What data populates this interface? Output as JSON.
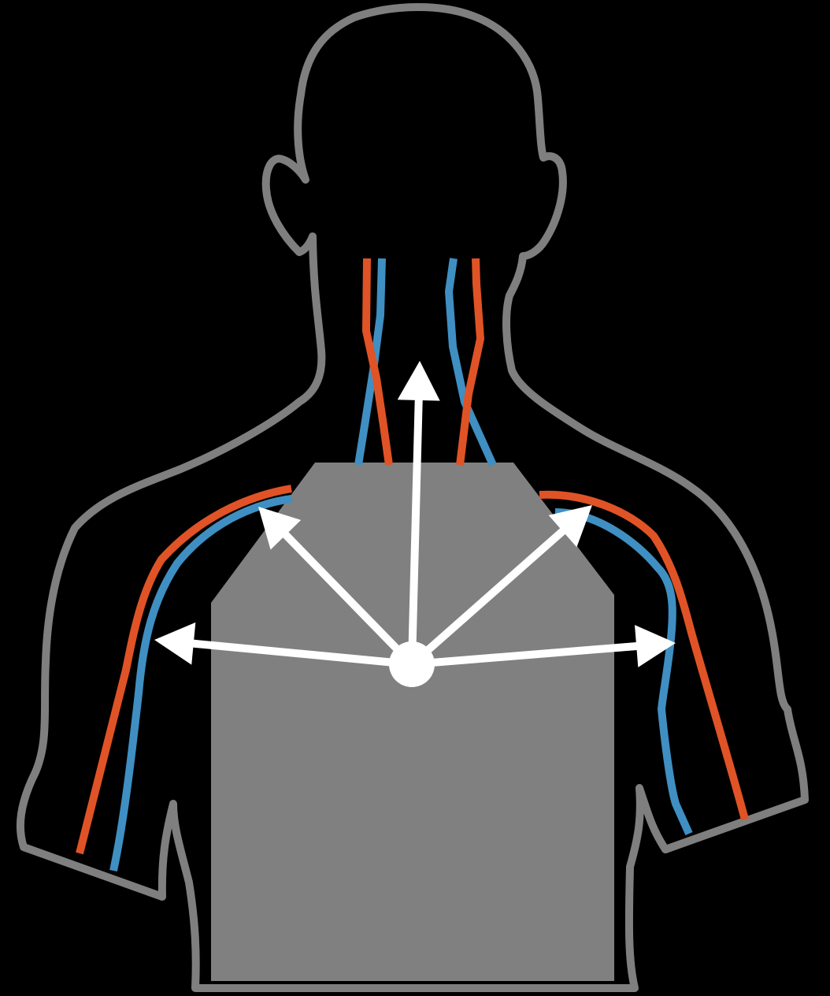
{
  "diagram": {
    "colors": {
      "background": "#000000",
      "body_outline": "#7f7f7f",
      "body_fill": "#000000",
      "device_fill": "#808080",
      "artery": "#e05326",
      "vein": "#3f8fc2",
      "arrow": "#ffffff"
    },
    "icons": {
      "figure": "human-upper-body-silhouette-icon",
      "device": "chest-panel-icon",
      "center": "center-point-icon",
      "arrow": "arrow-icon"
    },
    "arrows": [
      {
        "name": "arrow-up"
      },
      {
        "name": "arrow-upper-left"
      },
      {
        "name": "arrow-upper-right"
      },
      {
        "name": "arrow-left"
      },
      {
        "name": "arrow-right"
      }
    ],
    "vessels": [
      {
        "name": "neck-left-artery",
        "kind": "artery"
      },
      {
        "name": "neck-left-vein",
        "kind": "vein"
      },
      {
        "name": "neck-right-vein",
        "kind": "vein"
      },
      {
        "name": "neck-right-artery",
        "kind": "artery"
      },
      {
        "name": "left-arm-artery",
        "kind": "artery"
      },
      {
        "name": "left-arm-vein",
        "kind": "vein"
      },
      {
        "name": "right-arm-artery",
        "kind": "artery"
      },
      {
        "name": "right-arm-vein",
        "kind": "vein"
      }
    ]
  }
}
